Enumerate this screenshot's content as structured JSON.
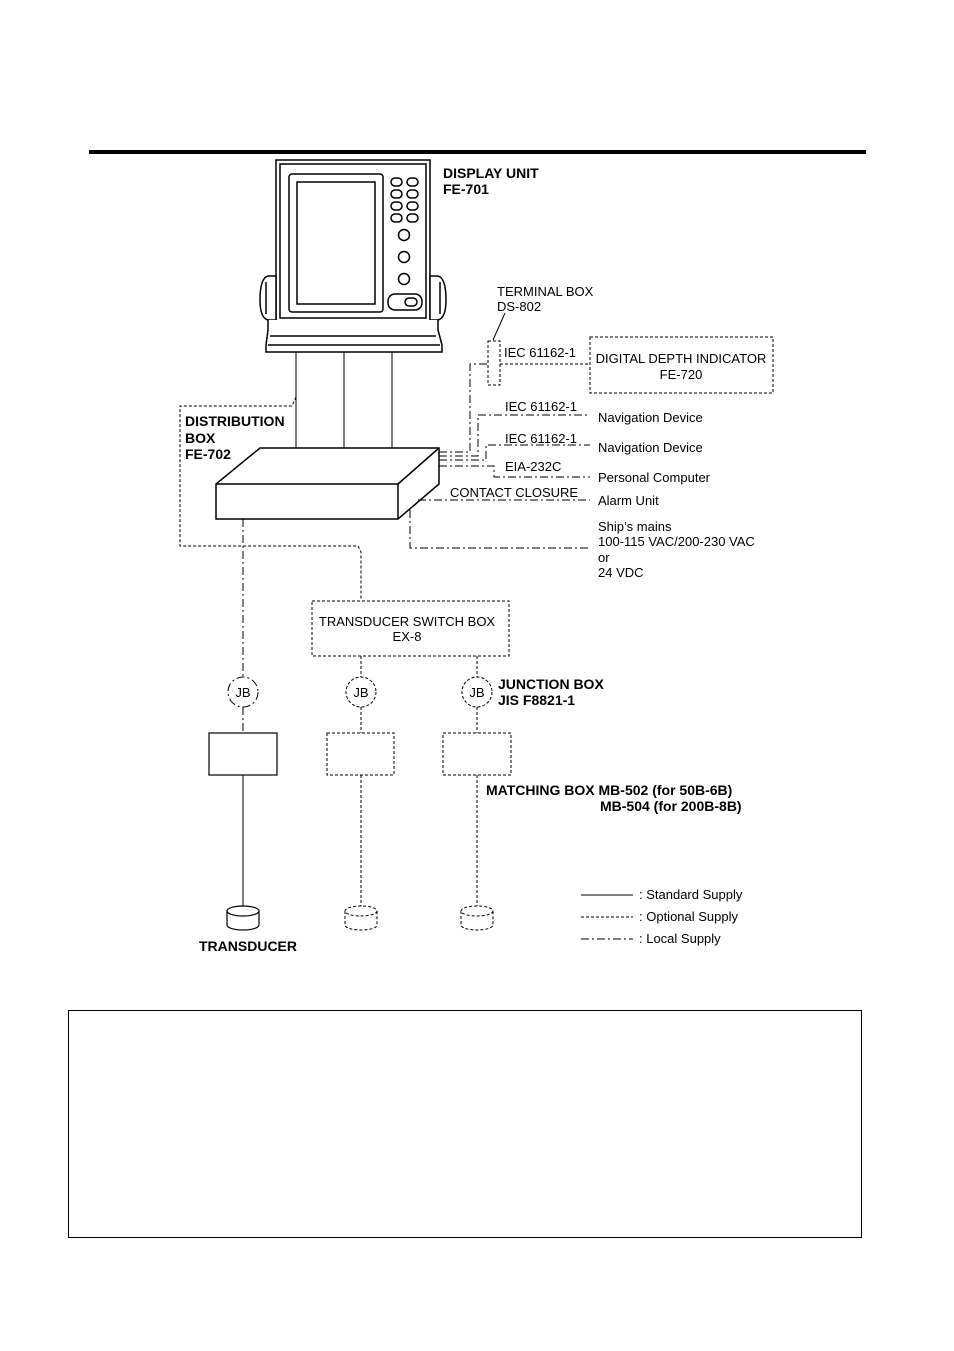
{
  "display_unit": {
    "title": "DISPLAY UNIT",
    "model": "FE-701"
  },
  "terminal_box": {
    "title": "TERMINAL BOX",
    "model": "DS-802"
  },
  "digital_depth_indicator": {
    "title": "DIGITAL DEPTH INDICATOR",
    "model": "FE-720"
  },
  "distribution_box": {
    "line1": "DISTRIBUTION",
    "line2": "BOX",
    "model": "FE-702"
  },
  "connections": {
    "iec1": "IEC 61162-1",
    "iec2": "IEC 61162-1",
    "iec3": "IEC 61162-1",
    "eia": "EIA-232C",
    "contact": "CONTACT CLOSURE",
    "nav1": "Navigation Device",
    "nav2": "Navigation Device",
    "pc": "Personal Computer",
    "alarm": "Alarm Unit",
    "mains1": "Ship’s mains",
    "mains2": "100-115 VAC/200-230 VAC",
    "mains3": "or",
    "mains4": "24 VDC"
  },
  "switch_box": {
    "title": "TRANSDUCER SWITCH BOX",
    "model": "EX-8"
  },
  "junction_box": {
    "abbr": "JB",
    "title": "JUNCTION BOX",
    "model": "JIS F8821-1"
  },
  "matching_box": {
    "line1": "MATCHING BOX MB-502 (for 50B-6B)",
    "line2": "MB-504 (for 200B-8B)"
  },
  "transducer": {
    "title": "TRANSDUCER"
  },
  "legend": {
    "standard": ": Standard Supply",
    "optional": ": Optional Supply",
    "local": ": Local Supply"
  }
}
